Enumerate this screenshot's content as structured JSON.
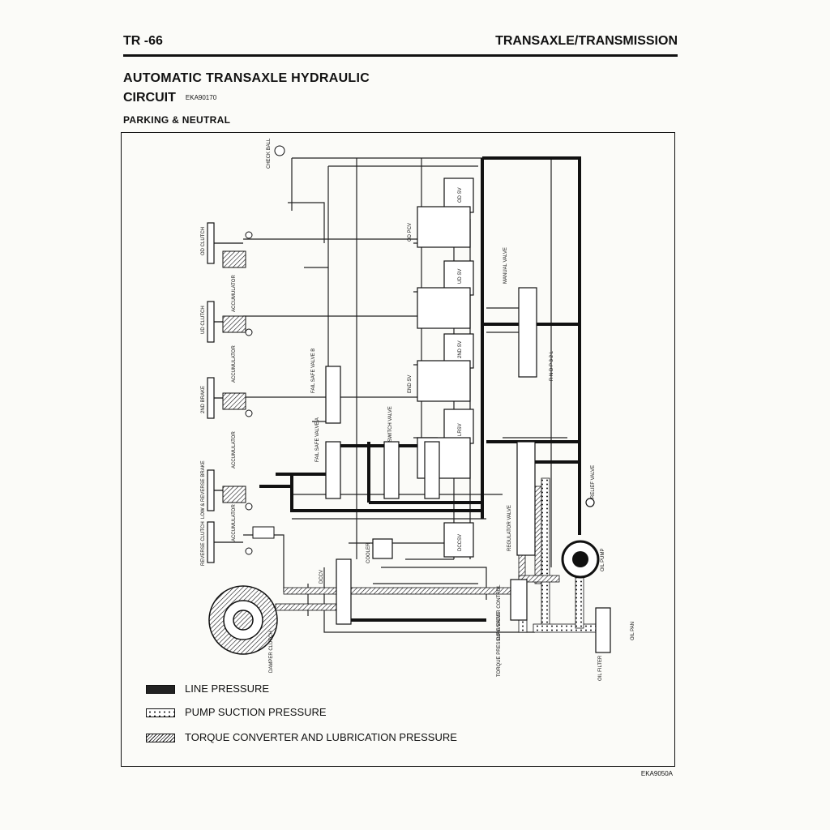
{
  "header": {
    "page_number": "TR -66",
    "section": "TRANSAXLE/TRANSMISSION"
  },
  "title": {
    "line1": "AUTOMATIC TRANSAXLE HYDRAULIC",
    "line2": "CIRCUIT",
    "code": "EKA90170"
  },
  "subtitle": "PARKING & NEUTRAL",
  "diagram": {
    "labels": {
      "check_ball": "CHECK BALL",
      "od_clutch": "OD CLUTCH",
      "ud_clutch": "UD CLUTCH",
      "second_brake": "2ND BRAKE",
      "low_reverse_brake": "LOW & REVERSE BRAKE",
      "reverse_clutch": "REVERSE CLUTCH",
      "accumulator": "ACCUMULATOR",
      "od_pcv": "OD PCV",
      "od_sv": "OD SV",
      "ud_sv": "UD SV",
      "second_sv": "2ND SV",
      "lrsv": "LRSV",
      "end_sv": "END SV",
      "fail_safe_valve_b": "FAIL SAFE VALVE B",
      "fail_safe_valve_a": "FAIL SAFE VALVE A",
      "switch_valve": "SWITCH VALVE",
      "manual_valve": "MANUAL VALVE",
      "gear_positions": "R N D P 3 2 L",
      "relief_valve": "RELIEF VALVE",
      "regulator_valve": "REGULATOR VALVE",
      "dccsv": "DCCSV",
      "oil_pump": "OIL PUMP",
      "cooler": "COOLER",
      "dccv": "DCCV",
      "damper_clutch": "DAMPER CLUTCH",
      "torque_pressure_valve": "TORQUE PRESSURE VALVE",
      "converter_control": "CONVERTER CONTROL",
      "oil_filter": "OIL FILTER",
      "oil_pan": "OIL PAN"
    }
  },
  "legend": [
    {
      "key": "line",
      "label": "LINE PRESSURE"
    },
    {
      "key": "suction",
      "label": "PUMP SUCTION PRESSURE"
    },
    {
      "key": "tc",
      "label": "TORQUE CONVERTER AND LUBRICATION PRESSURE"
    }
  ],
  "figure_code": "EKA9050A",
  "colors": {
    "ink": "#111111",
    "paper": "#fbfbf8"
  }
}
